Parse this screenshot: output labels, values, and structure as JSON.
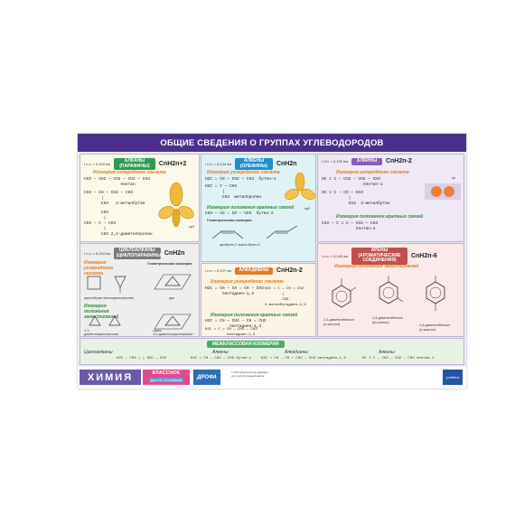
{
  "title": "ОБЩИЕ СВЕДЕНИЯ О ГРУППАХ УГЛЕВОДОРОДОВ",
  "colors": {
    "title_bg": "#4b2f8f",
    "alkane_badge": "#2f9a53",
    "alkene_badge": "#1f8fc9",
    "alkyne_badge": "#8a5cb4",
    "cyclo_badge": "#7a7a7a",
    "diene_badge": "#e07b2c",
    "arene_badge": "#c0504d"
  },
  "alkanes": {
    "bond": "l c–c = 0,154 нм",
    "badge": "АЛКАНЫ (ПАРАФИНЫ)",
    "formula": "CnH2n+2",
    "sub1": "Изомерия углеродного скелета",
    "mol1": "CH3 — CH2 — CH2 — CH2 — CH3\n               пентан",
    "mol2": "CH3 — CH — CH2 — CH3\n       |\n       CH3   2-метилбутан",
    "mol3": "       CH3\n        |\nCH3 — C — CH3\n        |\n       CH3 2,2-диметилпропан",
    "hybrid": "sp3"
  },
  "alkenes": {
    "bond": "l c=c = 0,134 нм",
    "badge": "АЛКЕНЫ (ОЛЕФИНЫ)",
    "formula": "CnH2n",
    "sub1": "Изомерия углеродного скелета",
    "mol1": "H2C = CH — CH2 — CH3  бутен-1",
    "mol2": "H2C = C — CH3\n       |\n       CH3  метилпропен",
    "sub2": "Изомерия положения кратных связей",
    "mol3": "CH3 — CH = CH — CH3  бутен-2",
    "sub3": "Геометрическая изомерия",
    "mol4": "цисбутен-2      транс-бутен-2",
    "hybrid": "sp2"
  },
  "alkynes": {
    "bond": "l c≡c = 0,120 нм",
    "badge": "АЛКИНЫ",
    "formula": "CnH2n-2",
    "sub1": "Изомерия углеродного скелета",
    "mol1": "HC ≡ C — CH2 — CH2 — CH3\n                 пентин-1",
    "mol2": "HC ≡ C — CH — CH3\n           |\n           CH3  3-метилбутин",
    "sub2": "Изомерия положения кратных связей",
    "mol3": "CH3 — C ≡ C — CH2 — CH3\n              пентин-2",
    "hybrid": "sp"
  },
  "cyclo": {
    "bond": "l c–c = 0,154 нм",
    "badge": "ЦИКЛОАЛКАНЫ (ЦИКЛОПАРАФИНЫ)",
    "formula": "CnH2n",
    "sub1": "Изомерия углеродного скелета",
    "sub_geo": "Геометрическая изомерия",
    "mol1": "циклобутан    метилциклопропан",
    "geo1": "цис",
    "sub2": "Изомерия положения заместителей",
    "mol2": "1,1-\nдиметилциклопропан",
    "geo2": "транс\n1,2-диметилциклопропан"
  },
  "dienes": {
    "bond": "l c=c = 0,137 нм",
    "badge": "АЛКАДИЕНЫ",
    "formula": "CnH2n-2",
    "sub1": "Изомерия углеродного скелета",
    "mol1": "H2C = CH — CH = CH — CH3\n       пентадиен-1,3",
    "mol2": "H2C = C — CH = CH2\n        |\n        CH3\n2-метилбутадиен-1,3",
    "sub2": "Изомерия положения кратных связей",
    "mol3": "H2C = CH — CH2 — CH = CH2\n          пентадиен-1,4",
    "mol4": "H2C = C = CH — CH2 — CH3\n          пентадиен-1,2"
  },
  "arenes": {
    "bond": "l c=c = 0,140 нм",
    "badge": "АРЕНЫ (АРОМАТИЧЕСКИЕ СОЕДИНЕНИЯ)",
    "formula": "CnH2n-6",
    "sub1": "Изомерия положения заместителей",
    "ring1": "1,2-диметилбензол\n(о-ксилол)",
    "ring2": "1,3-диметилбензол\n(м-ксилол)",
    "ring3": "1,4-диметилбензол\n(п-ксилол)"
  },
  "inter": {
    "title": "МЕЖКЛАССОВАЯ ИЗОМЕРИЯ",
    "labels": [
      "Циклоалканы",
      "Алкены",
      "Алкадиены",
      "Алкины"
    ],
    "formulas": [
      "H2C — CH2 | | H2C — CH2",
      "H2C = CH — CH2 — CH3  бутен-1",
      "H2C = CH — CH = CH2 — CH3  пентадиен-1,3",
      "HC ≡ C — CH2 — CH2 — CH3  пентин-1"
    ]
  },
  "footer": {
    "logo": "ХИМИЯ",
    "class_top": "КЛАССНОЕ",
    "class_bot": "для 10–11 классов",
    "publisher": "ДРОФА",
    "small": "© ООО Издательство «Дрофа»\nдля классов средней школы",
    "pub_logo": "учебник"
  }
}
